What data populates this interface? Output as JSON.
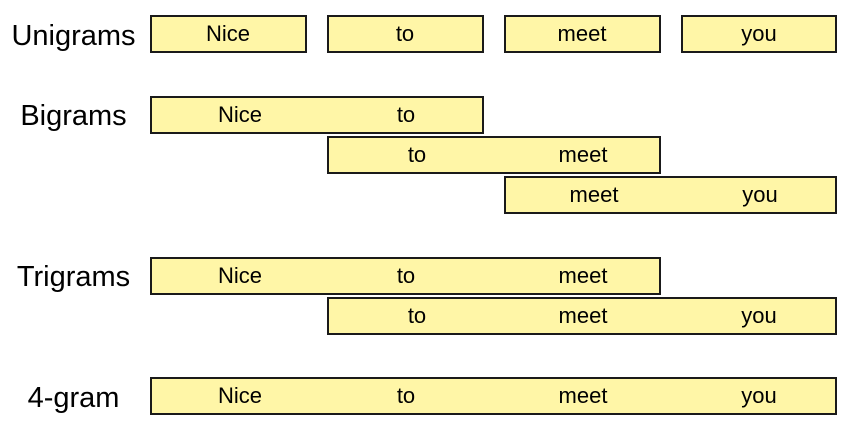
{
  "rows": [
    {
      "label": "Unigrams"
    },
    {
      "label": "Bigrams"
    },
    {
      "label": "Trigrams"
    },
    {
      "label": "4-gram"
    }
  ],
  "unigrams": [
    "Nice",
    "to",
    "meet",
    "you"
  ],
  "bigrams": [
    [
      "Nice",
      "to"
    ],
    [
      "to",
      "meet"
    ],
    [
      "meet",
      "you"
    ]
  ],
  "trigrams": [
    [
      "Nice",
      "to",
      "meet"
    ],
    [
      "to",
      "meet",
      "you"
    ]
  ],
  "fourgram": [
    "Nice",
    "to",
    "meet",
    "you"
  ],
  "colors": {
    "box_fill": "#fff6a7",
    "box_border": "#1a1a1a"
  }
}
